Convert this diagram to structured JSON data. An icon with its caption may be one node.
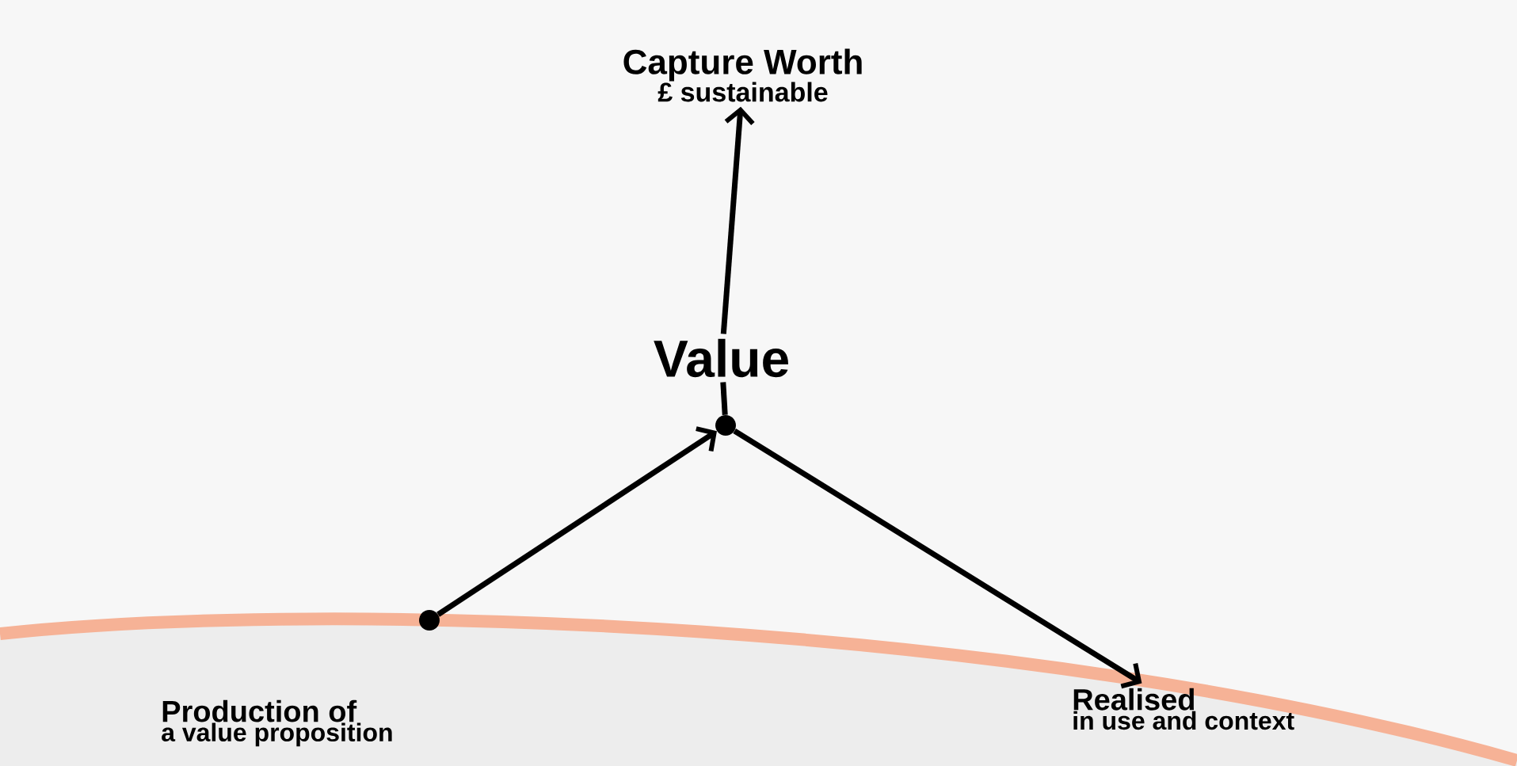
{
  "diagram": {
    "nodes": [
      {
        "text": [
          "Capture Worth",
          "£ sustainable"
        ]
      },
      {
        "text": [
          "Value"
        ]
      },
      {
        "text": [],
        "shape": "circle"
      },
      {
        "text": [],
        "shape": "circle",
        "beside": [
          "Production of",
          "a value proposition"
        ]
      },
      {
        "text": [
          "Realised",
          "in use and context"
        ]
      }
    ],
    "edges": [
      {
        "from": 1,
        "to": 0,
        "arrow": "to"
      },
      {
        "from": 2,
        "to": 1,
        "arrow": "none"
      },
      {
        "from": 3,
        "to": 2,
        "arrow": "to"
      },
      {
        "from": 2,
        "to": 4,
        "arrow": "to"
      }
    ]
  }
}
